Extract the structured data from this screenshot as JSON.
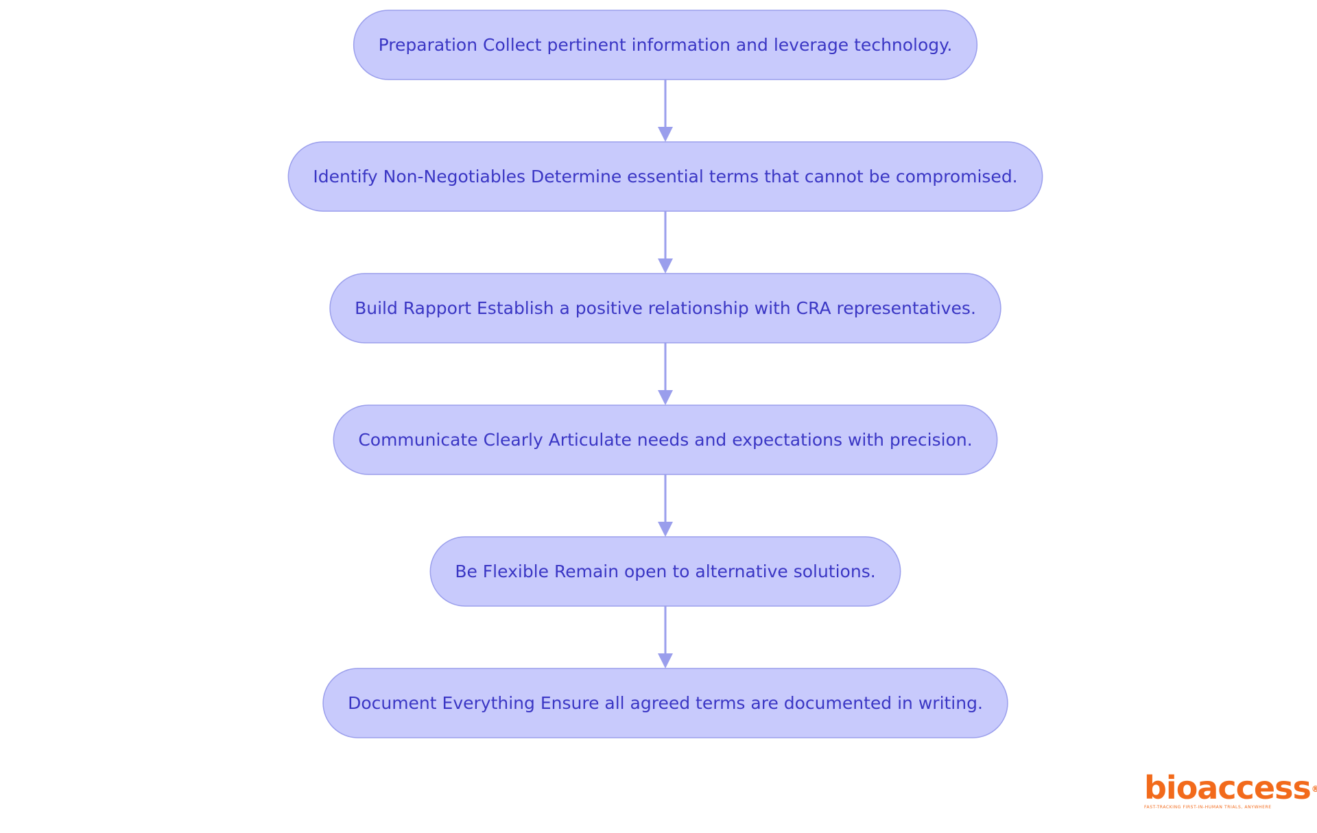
{
  "diagram": {
    "type": "flowchart",
    "direction": "top-to-bottom",
    "colors": {
      "node_fill": "#c8cafc",
      "node_border": "#9a9eec",
      "node_text": "#3a36c4",
      "edge": "#9a9eec"
    },
    "nodes": [
      {
        "id": "n1",
        "label": "Preparation Collect pertinent information and leverage technology."
      },
      {
        "id": "n2",
        "label": "Identify Non-Negotiables Determine essential terms that cannot be compromised."
      },
      {
        "id": "n3",
        "label": "Build Rapport Establish a positive relationship with CRA representatives."
      },
      {
        "id": "n4",
        "label": "Communicate Clearly Articulate needs and expectations with precision."
      },
      {
        "id": "n5",
        "label": "Be Flexible Remain open to alternative solutions."
      },
      {
        "id": "n6",
        "label": "Document Everything Ensure all agreed terms are documented in writing."
      }
    ],
    "edges": [
      {
        "from": "n1",
        "to": "n2"
      },
      {
        "from": "n2",
        "to": "n3"
      },
      {
        "from": "n3",
        "to": "n4"
      },
      {
        "from": "n4",
        "to": "n5"
      },
      {
        "from": "n5",
        "to": "n6"
      }
    ]
  },
  "logo": {
    "word": "bioaccess",
    "registered": "®",
    "tagline": "FAST-TRACKING FIRST-IN-HUMAN TRIALS, ANYWHERE",
    "color": "#f26a1b"
  }
}
